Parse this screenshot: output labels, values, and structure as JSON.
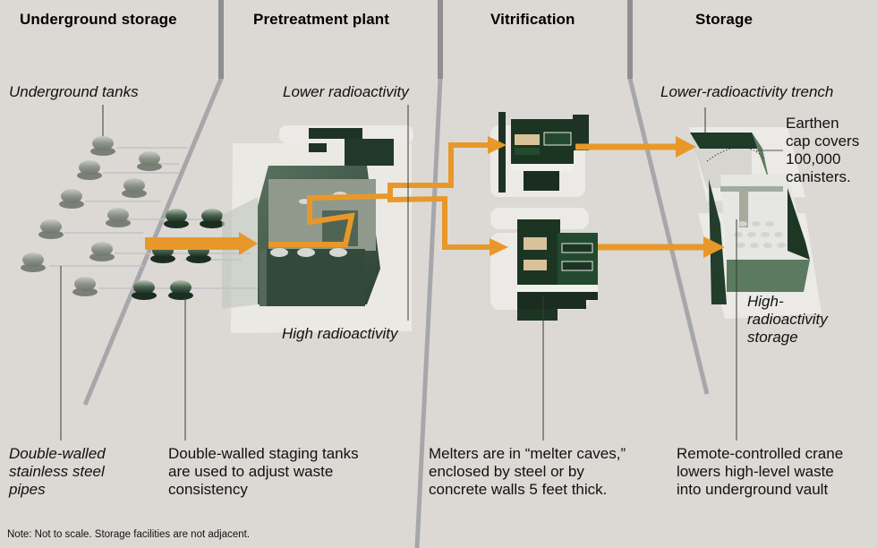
{
  "sections": [
    {
      "id": "underground-storage",
      "title": "Underground storage"
    },
    {
      "id": "pretreatment-plant",
      "title": "Pretreatment plant"
    },
    {
      "id": "vitrification",
      "title": "Vitrification"
    },
    {
      "id": "storage",
      "title": "Storage"
    }
  ],
  "labels": {
    "underground_tanks": "Underground tanks",
    "lower_radioactivity": "Lower radioactivity",
    "high_radioactivity": "High radioactivity",
    "lower_radioactivity_trench": "Lower-radioactivity trench",
    "earthen_cap": [
      "Earthen",
      "cap covers",
      "100,000",
      "canisters."
    ],
    "high_radioactivity_storage": [
      "High-",
      "radioactivity",
      "storage"
    ]
  },
  "captions": {
    "pipes": [
      "Double-walled",
      "stainless steel",
      "pipes"
    ],
    "staging_tanks": [
      "Double-walled staging tanks",
      "are used to adjust waste",
      "consistency"
    ],
    "melters": [
      "Melters are in “melter caves,”",
      "enclosed by steel or by",
      "concrete walls 5 feet thick."
    ],
    "crane": [
      "Remote-controlled crane",
      "lowers high-level waste",
      "into underground vault"
    ]
  },
  "note": "Note: Not to scale. Storage facilities are not adjacent.",
  "colors": {
    "background": "#dcd9d5",
    "flow_arrow": "#e8982a",
    "building_green": "#2f4a35",
    "divider": "#a9a9ad",
    "pad": "#eeedeb"
  }
}
